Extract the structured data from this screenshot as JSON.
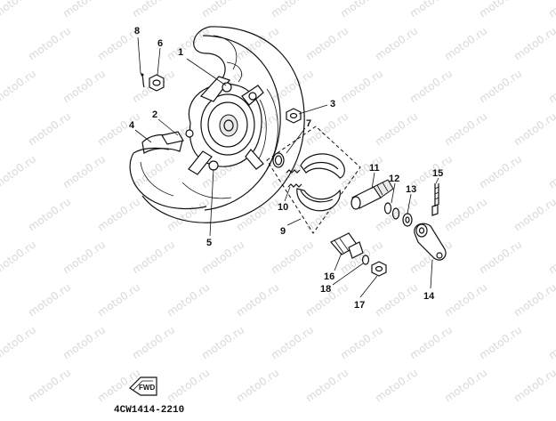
{
  "diagram": {
    "code": "4CW1414-2210",
    "fwd_label": "FWD",
    "watermark_text": "moto0.ru",
    "callouts": {
      "c1": "1",
      "c2": "2",
      "c3": "3",
      "c4": "4",
      "c5": "5",
      "c6": "6",
      "c7": "7",
      "c8": "8",
      "c9": "9",
      "c10": "10",
      "c11": "11",
      "c12": "12",
      "c13": "13",
      "c14": "14",
      "c15": "15",
      "c16": "16",
      "c17": "17",
      "c18": "18"
    }
  }
}
